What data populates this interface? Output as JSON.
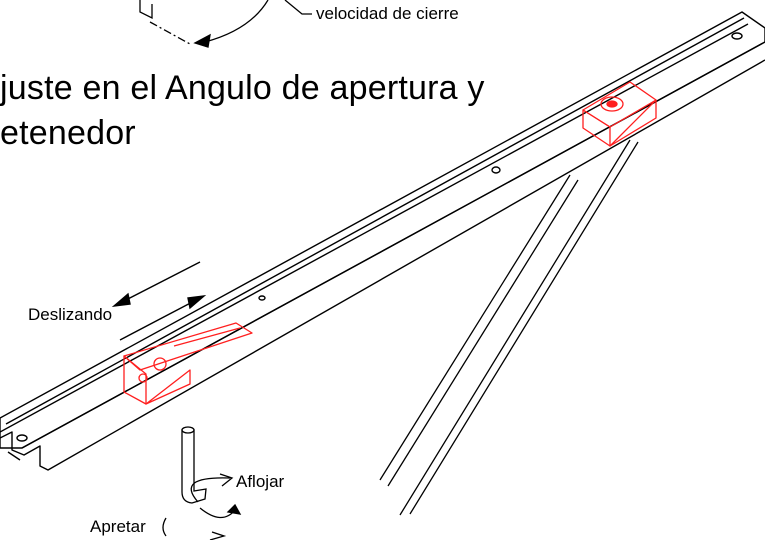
{
  "labels": {
    "closing_speed": "velocidad de cierre",
    "title_line1": "juste en el Angulo de apertura y",
    "title_line2": "etenedor",
    "sliding": "Deslizando",
    "loosen": "Aflojar",
    "tighten": "Apretar"
  },
  "colors": {
    "line": "#000000",
    "highlight": "#ff1f1f",
    "background": "#ffffff"
  }
}
